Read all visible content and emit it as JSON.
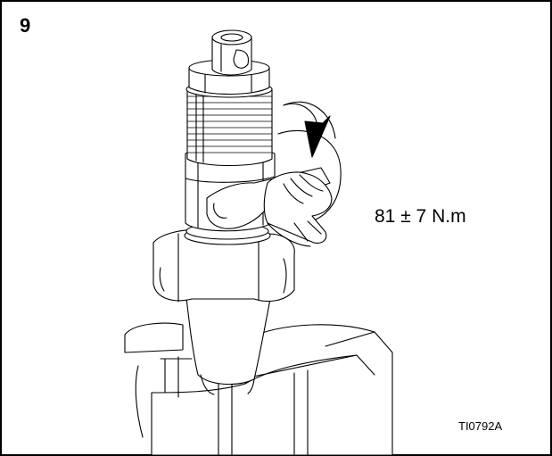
{
  "figure": {
    "step_number": "9",
    "torque_spec": "81 ± 7 N.m",
    "figure_id": "TI0792A"
  },
  "icons": {
    "arrow": "curved-arrow-clockwise",
    "part": "threaded-fitting",
    "hand": "hand-holding-wrench"
  },
  "colors": {
    "line": "#000000",
    "background": "#ffffff"
  }
}
